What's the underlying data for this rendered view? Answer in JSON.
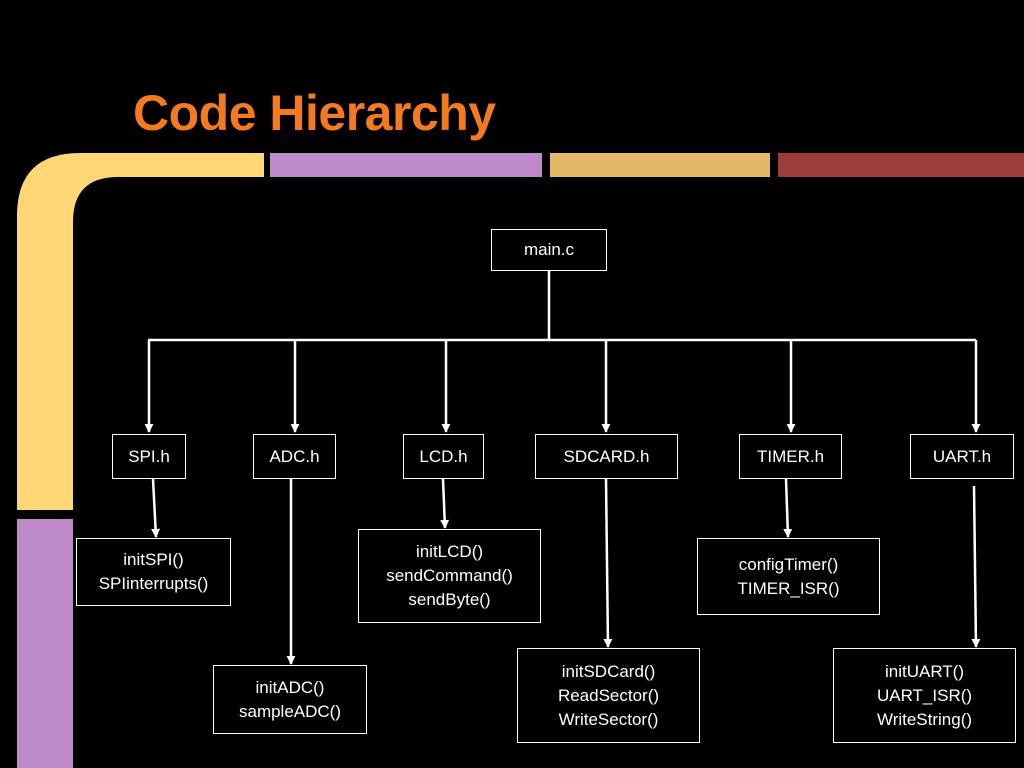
{
  "title": "Code Hierarchy",
  "colors": {
    "background": "#000000",
    "title": "#f47a20",
    "band_yellow": "#ffd675",
    "band_purple": "#be8ac8",
    "band_gold": "#e3b866",
    "band_red": "#9e3c3c",
    "line": "#ffffff"
  },
  "root": {
    "label": "main.c"
  },
  "modules": [
    {
      "header": "SPI.h",
      "functions": [
        "initSPI()",
        "SPIinterrupts()"
      ]
    },
    {
      "header": "ADC.h",
      "functions": [
        "initADC()",
        "sampleADC()"
      ]
    },
    {
      "header": "LCD.h",
      "functions": [
        "initLCD()",
        "sendCommand()",
        "sendByte()"
      ]
    },
    {
      "header": "SDCARD.h",
      "functions": [
        "initSDCard()",
        "ReadSector()",
        "WriteSector()"
      ]
    },
    {
      "header": "TIMER.h",
      "functions": [
        "configTimer()",
        "TIMER_ISR()"
      ]
    },
    {
      "header": "UART.h",
      "functions": [
        "initUART()",
        "UART_ISR()",
        "WriteString()"
      ]
    }
  ]
}
